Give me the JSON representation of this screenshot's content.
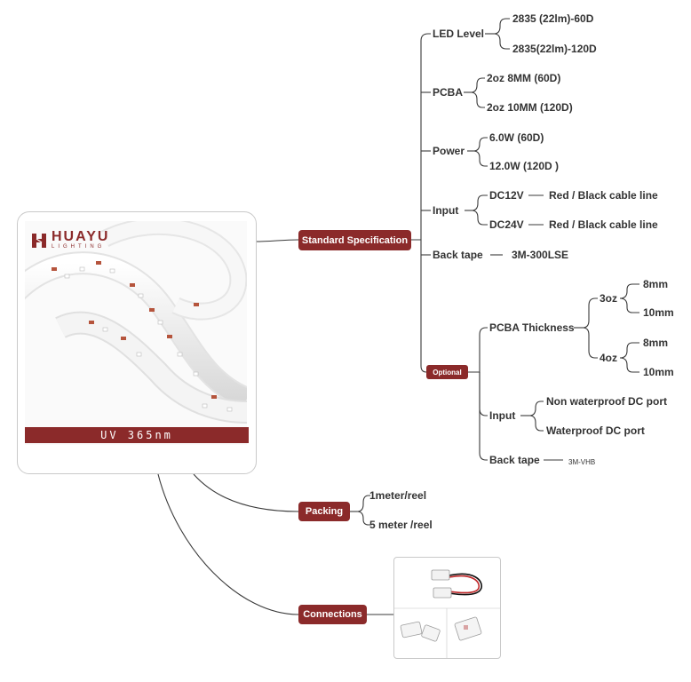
{
  "image_card": {
    "logo": {
      "brand": "HUAYU",
      "sub": "LIGHTING"
    },
    "banner": "UV 365nm"
  },
  "branches": {
    "standard": {
      "label": "Standard Specification",
      "led_level": {
        "label": "LED Level",
        "items": [
          "2835 (22lm)-60D",
          "2835(22lm)-120D"
        ]
      },
      "pcba": {
        "label": "PCBA",
        "items": [
          "2oz 8MM (60D)",
          "2oz 10MM (120D)"
        ]
      },
      "power": {
        "label": "Power",
        "items": [
          "6.0W (60D)",
          "12.0W (120D )"
        ]
      },
      "input": {
        "label": "Input",
        "items": [
          {
            "voltage": "DC12V",
            "cable": "Red / Black cable line"
          },
          {
            "voltage": "DC24V",
            "cable": "Red / Black cable line"
          }
        ]
      },
      "back_tape": {
        "label": "Back tape",
        "value": "3M-300LSE"
      }
    },
    "optional": {
      "label": "Optional",
      "pcba_thickness": {
        "label": "PCBA Thickness",
        "options": [
          {
            "oz": "3oz",
            "widths": [
              "8mm",
              "10mm"
            ]
          },
          {
            "oz": "4oz",
            "widths": [
              "8mm",
              "10mm"
            ]
          }
        ]
      },
      "input": {
        "label": "Input",
        "items": [
          "Non waterproof DC port",
          "Waterproof DC port"
        ]
      },
      "back_tape": {
        "label": "Back tape",
        "value": "3M-VHB"
      }
    },
    "packing": {
      "label": "Packing",
      "items": [
        "1meter/reel",
        "5 meter /reel"
      ]
    },
    "connections": {
      "label": "Connections"
    }
  },
  "colors": {
    "accent": "#8b2a2a",
    "line": "#3a3a3a"
  },
  "icons": [
    "huayu-logo-icon",
    "led-strip-photo",
    "connector-cable-photo",
    "connector-clip-photo"
  ]
}
